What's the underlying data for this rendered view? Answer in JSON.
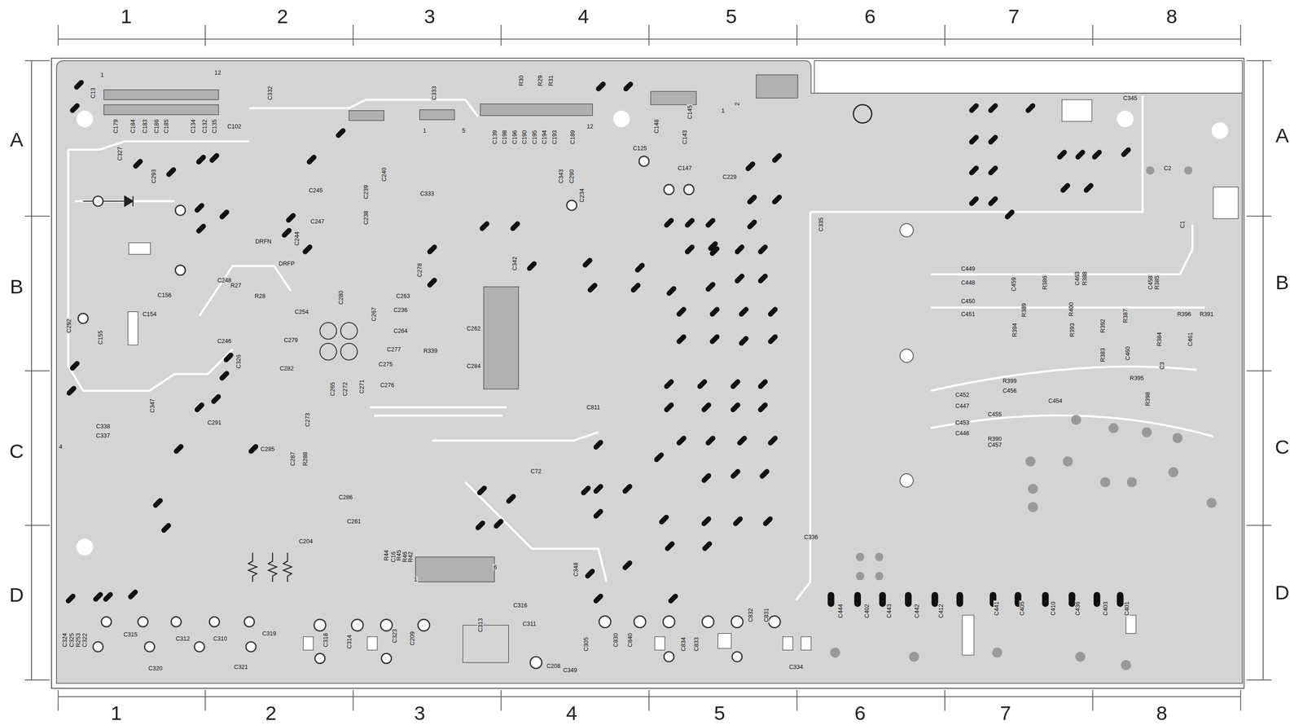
{
  "diagram": {
    "labels": [
      "1",
      "2",
      "3",
      "4",
      "5",
      "6",
      "7",
      "8",
      "1",
      "2",
      "3",
      "4",
      "5",
      "6",
      "7",
      "8",
      "A",
      "B",
      "C",
      "D",
      "A",
      "B",
      "C",
      "D",
      "C13",
      "C179",
      "C184",
      "C183",
      "C186",
      "C185",
      "C134",
      "C132",
      "C135",
      "12",
      "1",
      "C102",
      "C332",
      "C327",
      "C293",
      "C245",
      "C247",
      "C244",
      "C239",
      "C238",
      "C240",
      "DRFN",
      "DRFP",
      "C248",
      "R27",
      "R28",
      "C156",
      "C154",
      "C292",
      "C155",
      "C254",
      "C246",
      "C326",
      "C279",
      "C282",
      "C347",
      "C291",
      "C338",
      "C337",
      "C285",
      "C287",
      "R288",
      "C273",
      "C286",
      "C261",
      "C204",
      "C265",
      "C272",
      "C271",
      "C276",
      "C275",
      "C277",
      "C264",
      "C236",
      "C263",
      "C267",
      "C280",
      "C278",
      "R339",
      "C262",
      "C284",
      "C342",
      "C333",
      "C333",
      "C139",
      "C198",
      "C196",
      "C190",
      "C195",
      "C194",
      "C193",
      "C189",
      "R30",
      "R29",
      "R31",
      "12",
      "C343",
      "C290",
      "C234",
      "C148",
      "C145",
      "C125",
      "C147",
      "C229",
      "C143",
      "C811",
      "C72",
      "C348",
      "R44",
      "C16",
      "R45",
      "R46",
      "R42",
      "6",
      "1",
      "C316",
      "C311",
      "C313",
      "C318",
      "C314",
      "C323",
      "C209",
      "C208",
      "C349",
      "C305",
      "C830",
      "C840",
      "C834",
      "C833",
      "C832",
      "C831",
      "C334",
      "C336",
      "C335",
      "C345",
      "C2",
      "C1",
      "C449",
      "C448",
      "C450",
      "C451",
      "C459",
      "R386",
      "C463",
      "R388",
      "C458",
      "R385",
      "R396",
      "R391",
      "R389",
      "R394",
      "R400",
      "R393",
      "R392",
      "R387",
      "R384",
      "C461",
      "C460",
      "R383",
      "C3",
      "C452",
      "C447",
      "C453",
      "C446",
      "R399",
      "C456",
      "C454",
      "C455",
      "R390",
      "C457",
      "R395",
      "R398",
      "C444",
      "C402",
      "C443",
      "C442",
      "C412",
      "C441",
      "C405",
      "C410",
      "C436",
      "C403",
      "C401",
      "C315",
      "C312",
      "C310",
      "C319",
      "C320",
      "C321",
      "C324",
      "C325",
      "R253",
      "C322",
      "1",
      "5",
      "1",
      "2",
      "4"
    ]
  }
}
